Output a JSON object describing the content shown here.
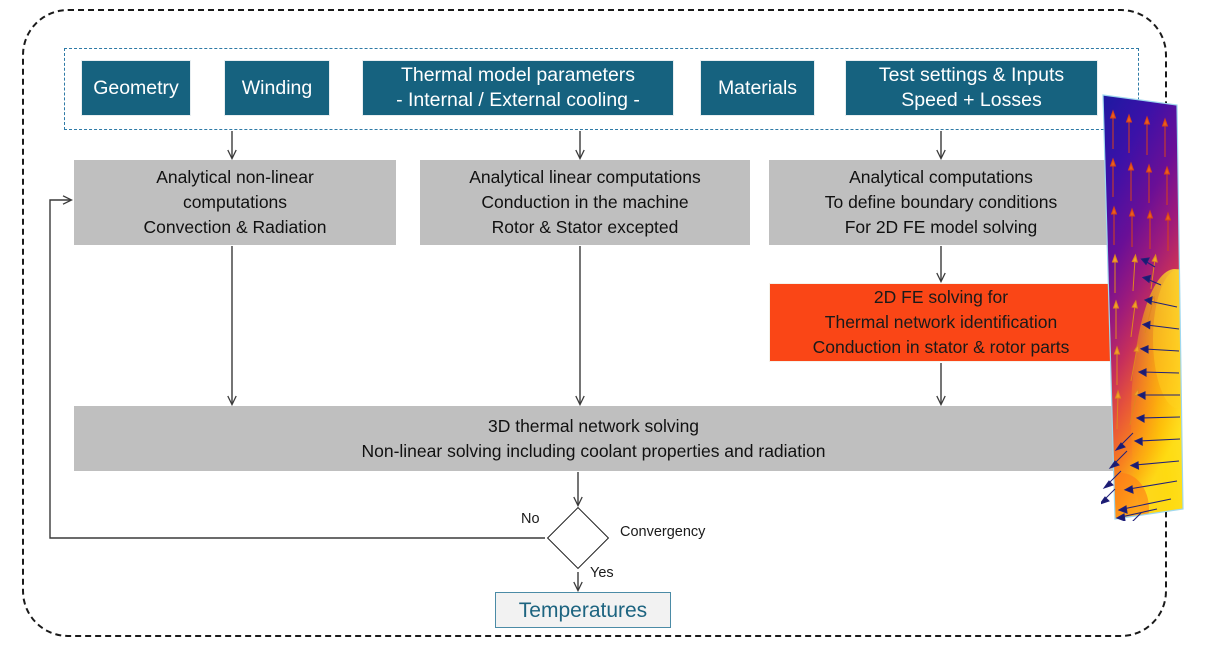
{
  "diagram": {
    "title": "Thermal model computation workflow",
    "colors": {
      "input_box_fill": "#16627f",
      "process_box_fill": "#bfbfbf",
      "highlight_box_fill": "#fa4616",
      "result_box_fill": "#f2f2f2",
      "result_box_border": "#4b8ba6",
      "result_text": "#1d6480",
      "group_border": "#2e7aa6",
      "outer_border": "#1a1a1a",
      "connector": "#3a3a3a"
    }
  },
  "inputs": {
    "group_name": "model-inputs-group",
    "items": [
      {
        "id": "geometry",
        "lines": [
          "Geometry"
        ]
      },
      {
        "id": "winding",
        "lines": [
          "Winding"
        ]
      },
      {
        "id": "thermal-model-parameters",
        "lines": [
          "Thermal model parameters",
          "- Internal / External cooling -"
        ]
      },
      {
        "id": "materials",
        "lines": [
          "Materials"
        ]
      },
      {
        "id": "test-settings-inputs",
        "lines": [
          "Test settings & Inputs",
          "Speed + Losses"
        ]
      }
    ]
  },
  "processes": [
    {
      "id": "analytical-non-linear",
      "lines": [
        "Analytical non-linear",
        "computations",
        "Convection & Radiation"
      ]
    },
    {
      "id": "analytical-linear",
      "lines": [
        "Analytical linear computations",
        "Conduction in the machine",
        "Rotor & Stator excepted"
      ]
    },
    {
      "id": "analytical-boundary-conditions",
      "lines": [
        "Analytical computations",
        "To define boundary conditions",
        "For 2D FE model solving"
      ]
    }
  ],
  "fe_solving": {
    "id": "2d-fe-solving",
    "lines": [
      "2D FE solving for",
      "Thermal network identification",
      "Conduction in stator & rotor parts"
    ]
  },
  "network_solving": {
    "id": "3d-thermal-network-solving",
    "lines": [
      "3D thermal network solving",
      "Non-linear solving including coolant properties and radiation"
    ]
  },
  "decision": {
    "id": "convergency-decision",
    "label": "Convergency",
    "no_label": "No",
    "yes_label": "Yes"
  },
  "result": {
    "id": "temperatures-result",
    "lines": [
      "Temperatures"
    ]
  },
  "fe_result_image": {
    "id": "fe-thermal-field-plot",
    "description": "2D finite-element thermal field with heat-flux vector arrows",
    "colormap": "inferno",
    "hot_region": "bottom",
    "cold_region": "top"
  }
}
